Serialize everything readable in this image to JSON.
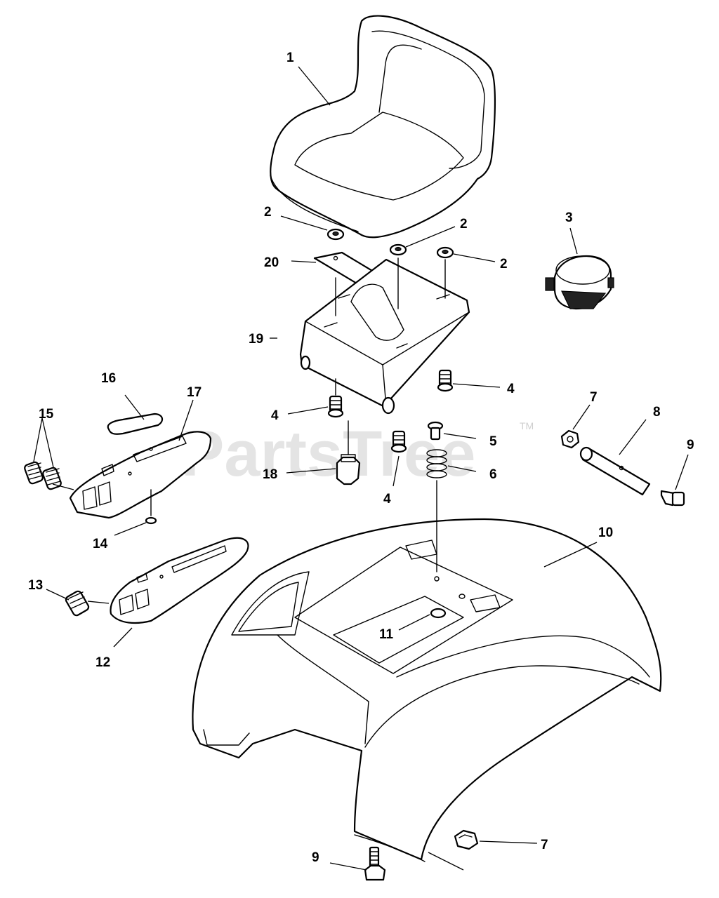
{
  "watermark": {
    "text": "PartsTree",
    "trademark": "TM"
  },
  "callouts": {
    "seat": "1",
    "spacer_a": "2",
    "spacer_b": "2",
    "spacer_c": "2",
    "switch": "3",
    "screw_a": "4",
    "screw_b": "4",
    "screw_c": "4",
    "screw_small": "5",
    "spring": "6",
    "nut_top": "7",
    "nut_bottom": "7",
    "pin": "8",
    "bolt_top": "9",
    "bolt_bottom": "9",
    "fender": "10",
    "grommet": "11",
    "plate_lower": "12",
    "spring_lower": "13",
    "washer": "14",
    "springs_upper": "15",
    "pad": "16",
    "plate_upper": "17",
    "clip": "18",
    "seat_pan": "19",
    "strap": "20"
  }
}
